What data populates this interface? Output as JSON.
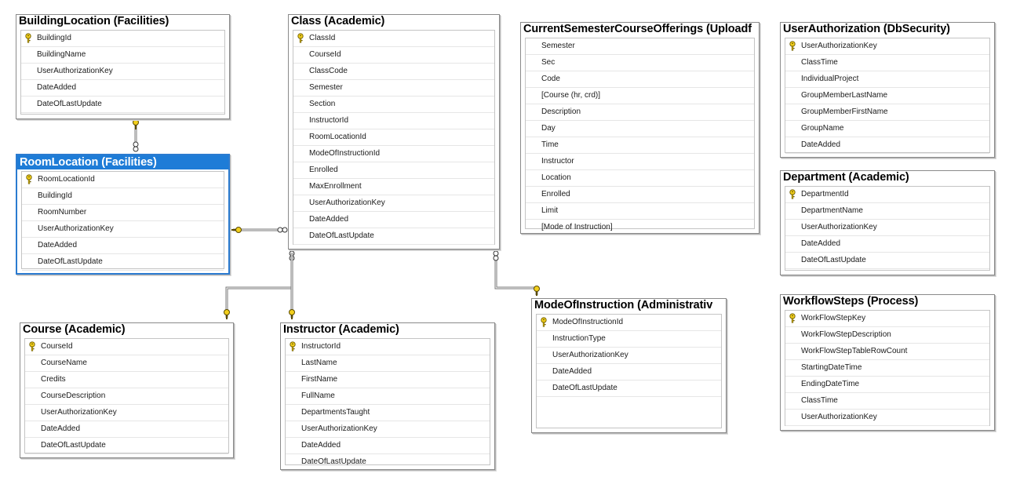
{
  "diagram": {
    "tables": [
      {
        "id": "building-location",
        "title": "BuildingLocation (Facilities)",
        "columns": [
          {
            "name": "BuildingId",
            "pk": true
          },
          {
            "name": "BuildingName"
          },
          {
            "name": "UserAuthorizationKey"
          },
          {
            "name": "DateAdded"
          },
          {
            "name": "DateOfLastUpdate"
          }
        ]
      },
      {
        "id": "room-location",
        "title": "RoomLocation (Facilities)",
        "selected": true,
        "columns": [
          {
            "name": "RoomLocationId",
            "pk": true
          },
          {
            "name": "BuildingId"
          },
          {
            "name": "RoomNumber"
          },
          {
            "name": "UserAuthorizationKey"
          },
          {
            "name": "DateAdded"
          },
          {
            "name": "DateOfLastUpdate"
          }
        ]
      },
      {
        "id": "class",
        "title": "Class (Academic)",
        "columns": [
          {
            "name": "ClassId",
            "pk": true
          },
          {
            "name": "CourseId"
          },
          {
            "name": "ClassCode"
          },
          {
            "name": "Semester"
          },
          {
            "name": "Section"
          },
          {
            "name": "InstructorId"
          },
          {
            "name": "RoomLocationId"
          },
          {
            "name": "ModeOfInstructionId"
          },
          {
            "name": "Enrolled"
          },
          {
            "name": "MaxEnrollment"
          },
          {
            "name": "UserAuthorizationKey"
          },
          {
            "name": "DateAdded"
          },
          {
            "name": "DateOfLastUpdate"
          }
        ]
      },
      {
        "id": "current-semester-course-offerings",
        "title": "CurrentSemesterCourseOfferings (Uploadf",
        "columns": [
          {
            "name": "Semester"
          },
          {
            "name": "Sec"
          },
          {
            "name": "Code"
          },
          {
            "name": "[Course (hr, crd)]"
          },
          {
            "name": "Description"
          },
          {
            "name": "Day"
          },
          {
            "name": "Time"
          },
          {
            "name": "Instructor"
          },
          {
            "name": "Location"
          },
          {
            "name": "Enrolled"
          },
          {
            "name": "Limit"
          },
          {
            "name": "[Mode of Instruction]"
          }
        ]
      },
      {
        "id": "user-authorization",
        "title": "UserAuthorization (DbSecurity)",
        "columns": [
          {
            "name": "UserAuthorizationKey",
            "pk": true
          },
          {
            "name": "ClassTime"
          },
          {
            "name": "IndividualProject"
          },
          {
            "name": "GroupMemberLastName"
          },
          {
            "name": "GroupMemberFirstName"
          },
          {
            "name": "GroupName"
          },
          {
            "name": "DateAdded"
          }
        ]
      },
      {
        "id": "department",
        "title": "Department (Academic)",
        "columns": [
          {
            "name": "DepartmentId",
            "pk": true
          },
          {
            "name": "DepartmentName"
          },
          {
            "name": "UserAuthorizationKey"
          },
          {
            "name": "DateAdded"
          },
          {
            "name": "DateOfLastUpdate"
          }
        ]
      },
      {
        "id": "workflow-steps",
        "title": "WorkflowSteps (Process)",
        "columns": [
          {
            "name": "WorkFlowStepKey",
            "pk": true
          },
          {
            "name": "WorkFlowStepDescription"
          },
          {
            "name": "WorkFlowStepTableRowCount"
          },
          {
            "name": "StartingDateTime"
          },
          {
            "name": "EndingDateTime"
          },
          {
            "name": "ClassTime"
          },
          {
            "name": "UserAuthorizationKey"
          }
        ]
      },
      {
        "id": "course",
        "title": "Course (Academic)",
        "columns": [
          {
            "name": "CourseId",
            "pk": true
          },
          {
            "name": "CourseName"
          },
          {
            "name": "Credits"
          },
          {
            "name": "CourseDescription"
          },
          {
            "name": "UserAuthorizationKey"
          },
          {
            "name": "DateAdded"
          },
          {
            "name": "DateOfLastUpdate"
          }
        ]
      },
      {
        "id": "instructor",
        "title": "Instructor (Academic)",
        "columns": [
          {
            "name": "InstructorId",
            "pk": true
          },
          {
            "name": "LastName"
          },
          {
            "name": "FirstName"
          },
          {
            "name": "FullName"
          },
          {
            "name": "DepartmentsTaught"
          },
          {
            "name": "UserAuthorizationKey"
          },
          {
            "name": "DateAdded"
          },
          {
            "name": "DateOfLastUpdate"
          }
        ]
      },
      {
        "id": "mode-of-instruction",
        "title": "ModeOfInstruction (Administrativ",
        "columns": [
          {
            "name": "ModeOfInstructionId",
            "pk": true
          },
          {
            "name": "InstructionType"
          },
          {
            "name": "UserAuthorizationKey"
          },
          {
            "name": "DateAdded"
          },
          {
            "name": "DateOfLastUpdate"
          }
        ]
      }
    ],
    "relationships": [
      {
        "from": "room-location",
        "to": "building-location"
      },
      {
        "from": "class",
        "to": "room-location"
      },
      {
        "from": "class",
        "to": "course"
      },
      {
        "from": "class",
        "to": "instructor"
      },
      {
        "from": "class",
        "to": "mode-of-instruction"
      }
    ],
    "colors": {
      "selected_header": "#1e7cd7",
      "key_icon": "#f2cf1c",
      "connector": "#7a7a7a"
    },
    "icons": {
      "primary_key": "key-icon",
      "one_end": "key-icon",
      "many_end": "infinity-icon"
    }
  }
}
